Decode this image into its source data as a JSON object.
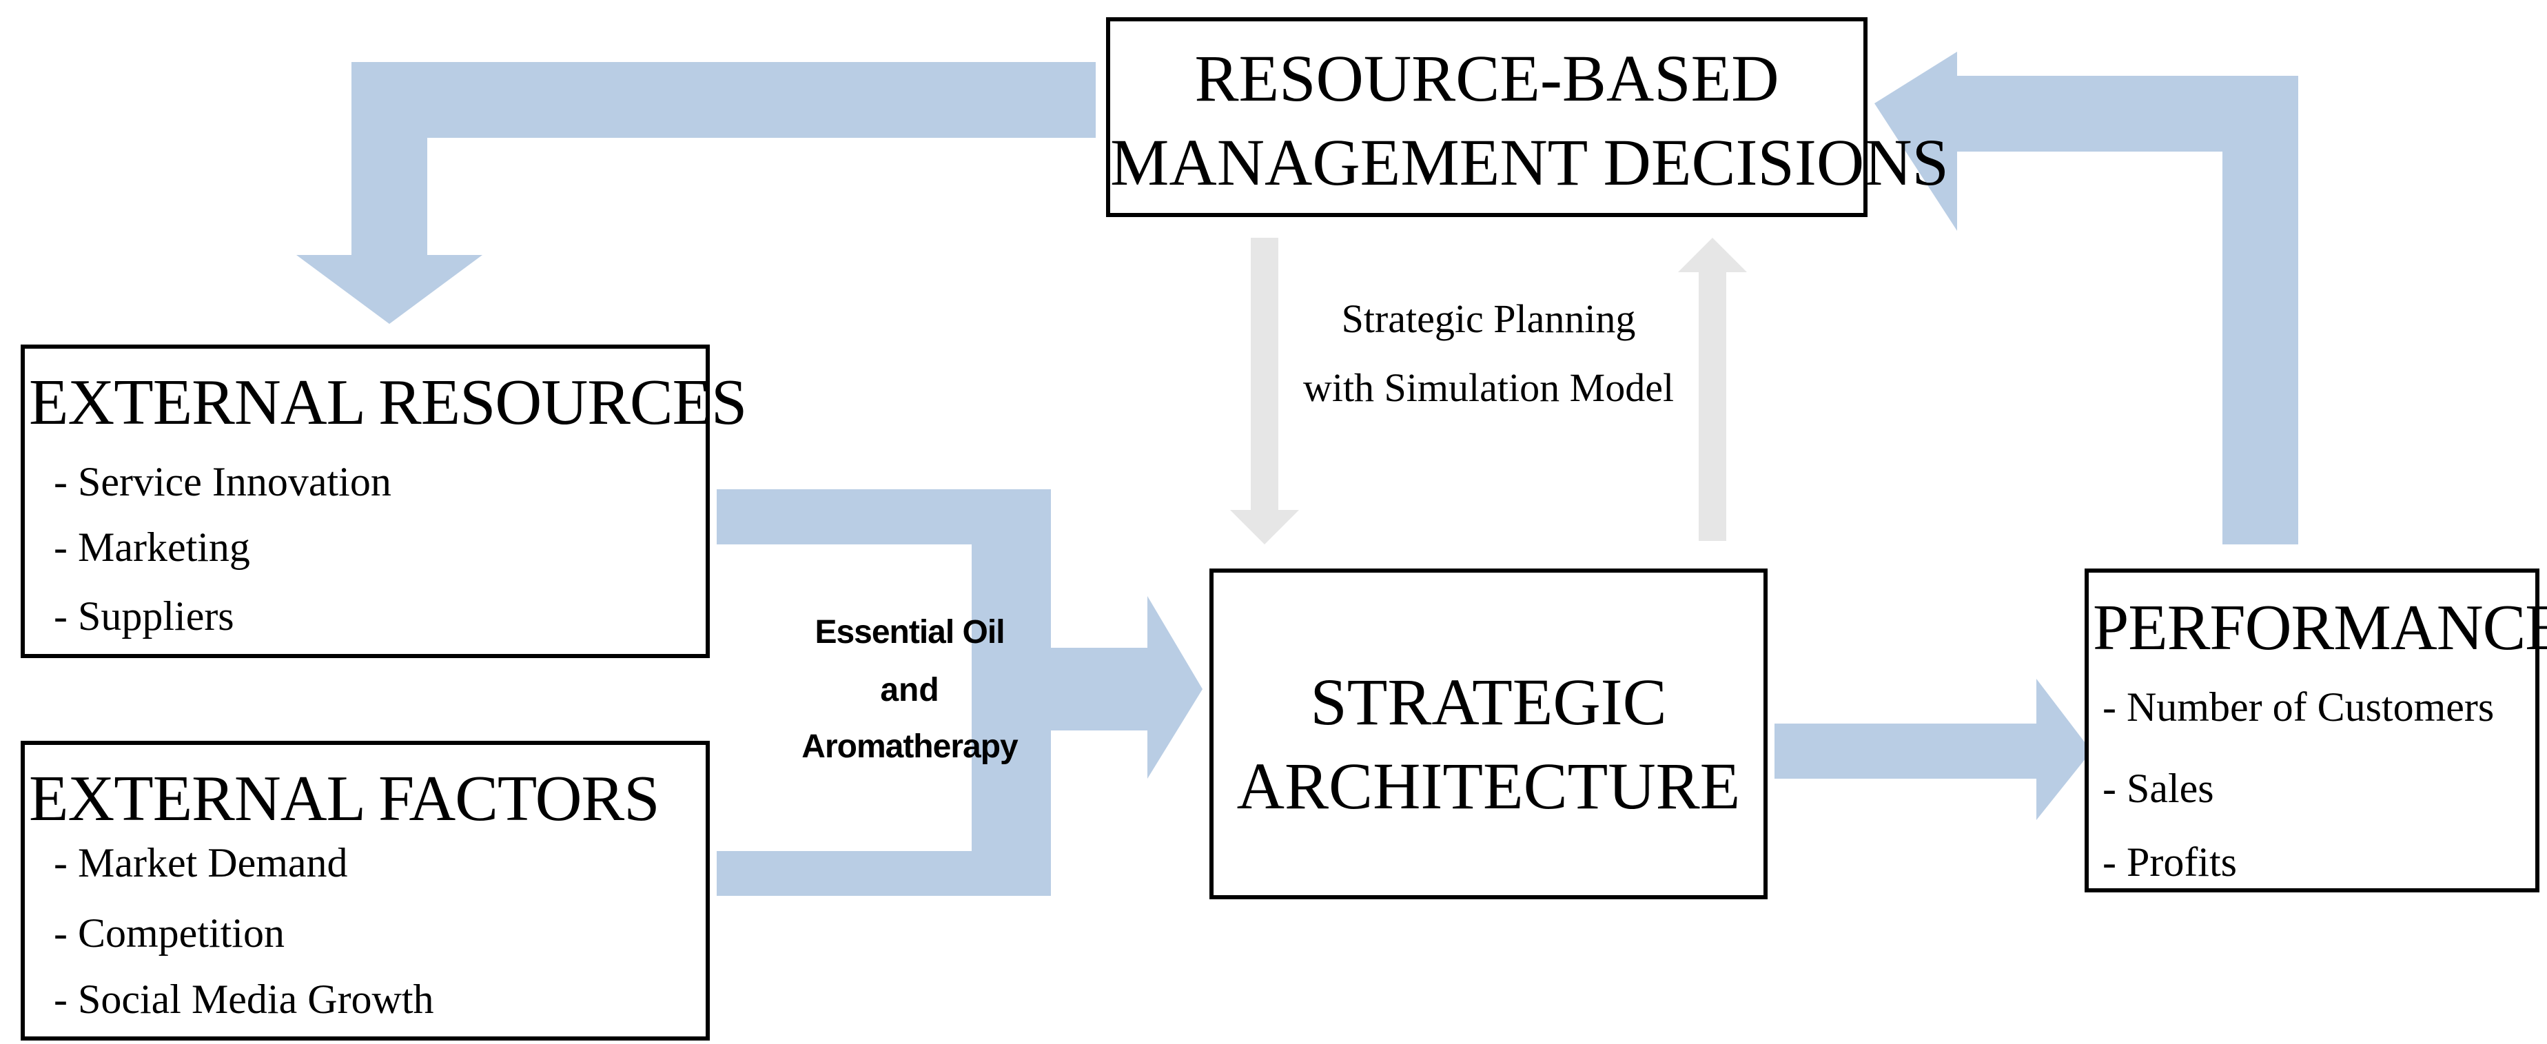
{
  "colors": {
    "arrow_blue": "#b9cde4",
    "arrow_gray": "#e6e6e6",
    "box_border": "#000000"
  },
  "diagram": {
    "resource_box": {
      "line1": "RESOURCE-BASED",
      "line2": "MANAGEMENT DECISIONS"
    },
    "external_resources": {
      "title": "EXTERNAL RESOURCES",
      "items": [
        "- Service Innovation",
        "- Marketing",
        "- Suppliers"
      ]
    },
    "external_factors": {
      "title": "EXTERNAL FACTORS",
      "items": [
        "- Market Demand",
        "- Competition",
        "- Social Media Growth"
      ]
    },
    "strategic_box": {
      "line1": "STRATEGIC",
      "line2": "ARCHITECTURE"
    },
    "performance": {
      "title": "PERFORMANCE",
      "items": [
        "- Number of Customers",
        "- Sales",
        "- Profits"
      ]
    },
    "planning_label": {
      "line1": "Strategic Planning",
      "line2": "with Simulation Model"
    },
    "oil_label": {
      "line1": "Essential Oil",
      "line2": "and",
      "line3": "Aromatherapy"
    }
  }
}
